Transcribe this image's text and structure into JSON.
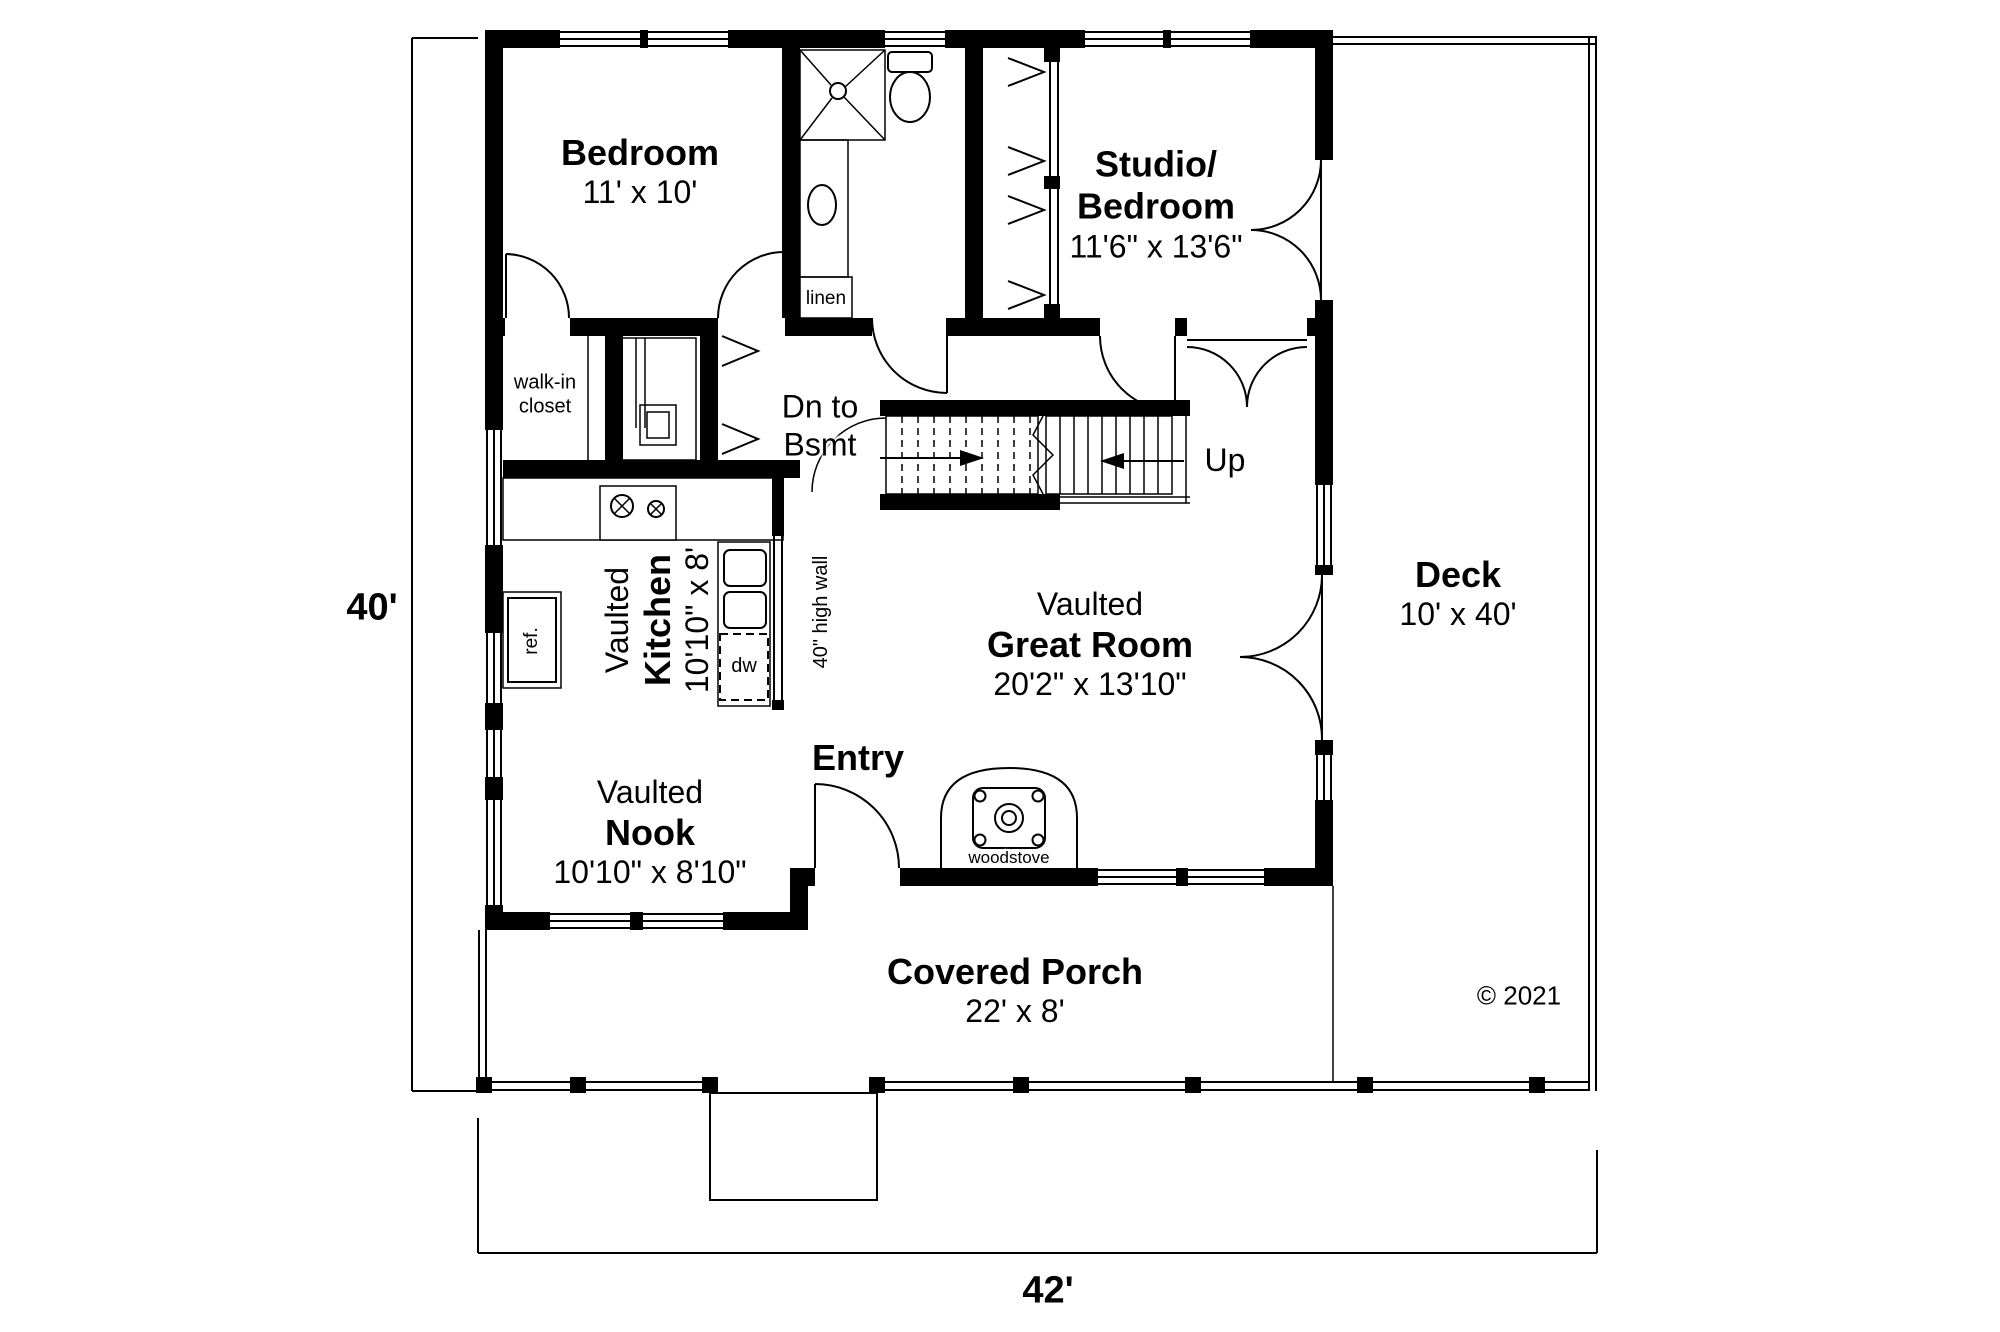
{
  "colors": {
    "ink": "#000000",
    "background": "#ffffff"
  },
  "dimension_labels": {
    "height": "40'",
    "width": "42'"
  },
  "copyright": "© 2021",
  "rooms": {
    "bedroom": {
      "name": "Bedroom",
      "dims": "11' x 10'"
    },
    "studio": {
      "name_line1": "Studio/",
      "name_line2": "Bedroom",
      "dims": "11'6\" x 13'6\""
    },
    "great_room": {
      "qualifier": "Vaulted",
      "name": "Great Room",
      "dims": "20'2\" x 13'10\""
    },
    "kitchen": {
      "qualifier": "Vaulted",
      "name": "Kitchen",
      "dims": "10'10\" x 8'"
    },
    "nook": {
      "qualifier": "Vaulted",
      "name": "Nook",
      "dims": "10'10\" x 8'10\""
    },
    "entry": {
      "name": "Entry"
    },
    "deck": {
      "name": "Deck",
      "dims": "10' x 40'"
    },
    "covered_porch": {
      "name": "Covered Porch",
      "dims": "22' x 8'"
    },
    "walk_in_closet": {
      "line1": "walk-in",
      "line2": "closet"
    },
    "linen": {
      "name": "linen"
    }
  },
  "stairs": {
    "down_line1": "Dn to",
    "down_line2": "Bsmt",
    "up": "Up"
  },
  "fixtures": {
    "refrigerator": "ref.",
    "dishwasher": "dw",
    "half_wall": "40\" high wall",
    "woodstove": "woodstove"
  }
}
